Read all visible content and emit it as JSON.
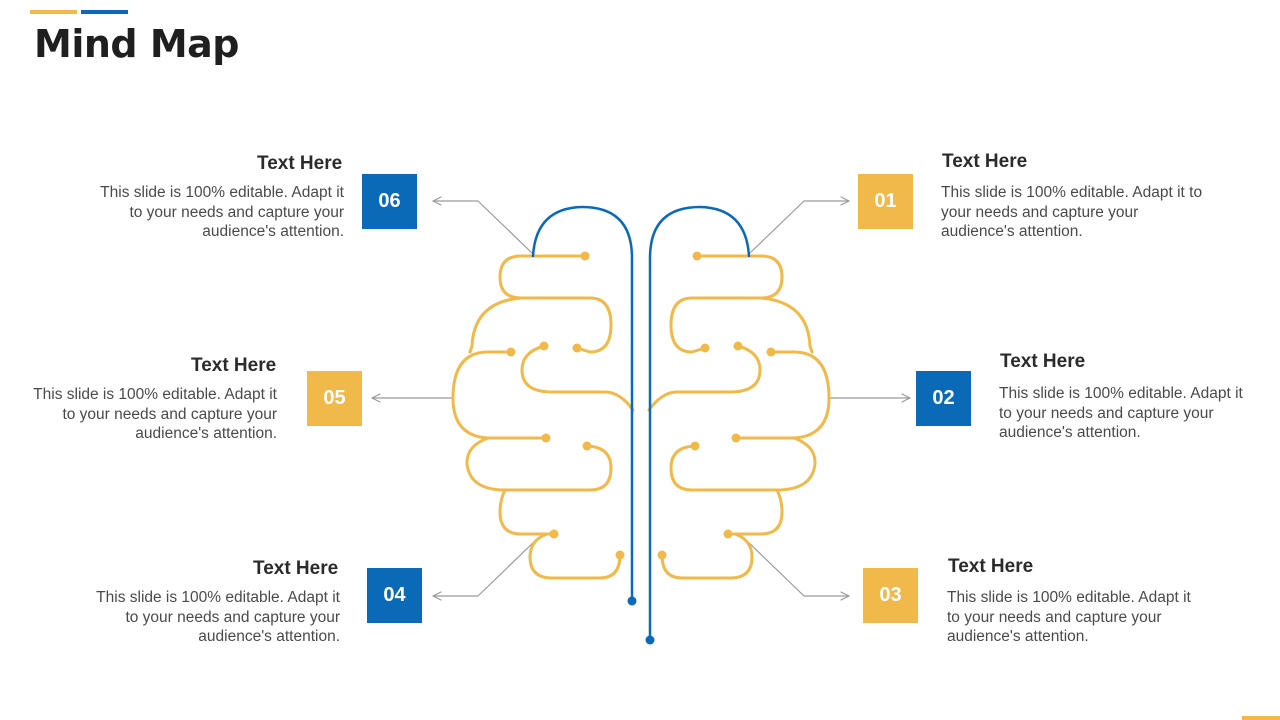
{
  "title": "Mind Map",
  "colors": {
    "orange": "#F0B94A",
    "blue": "#0A6AB8",
    "connector": "#9a9a9a",
    "text": "#4a4a4a"
  },
  "items": [
    {
      "number": "01",
      "heading": "Text Here",
      "body": "This slide is 100% editable. Adapt it to your needs and capture your audience's attention.",
      "color": "orange"
    },
    {
      "number": "02",
      "heading": "Text Here",
      "body": "This slide is 100% editable. Adapt it to your needs and capture your audience's attention.",
      "color": "blue"
    },
    {
      "number": "03",
      "heading": "Text Here",
      "body": "This slide is 100% editable. Adapt it to your needs and capture your audience's attention.",
      "color": "orange"
    },
    {
      "number": "04",
      "heading": "Text Here",
      "body": "This slide is 100% editable. Adapt it to your needs and capture your audience's attention.",
      "color": "blue"
    },
    {
      "number": "05",
      "heading": "Text Here",
      "body": "This slide is 100% editable. Adapt it to your needs and capture your audience's attention.",
      "color": "orange"
    },
    {
      "number": "06",
      "heading": "Text Here",
      "body": "This slide is 100% editable. Adapt it to your needs and capture your audience's attention.",
      "color": "blue"
    }
  ]
}
